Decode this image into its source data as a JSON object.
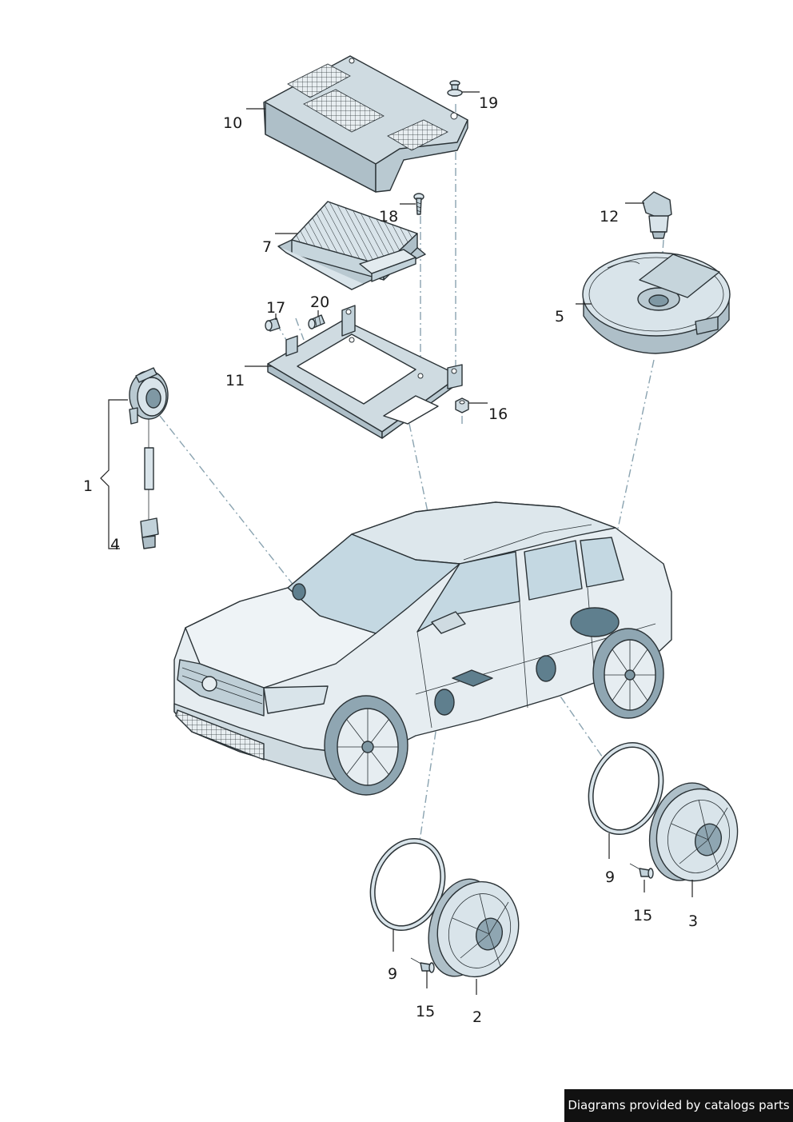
{
  "callouts": [
    {
      "id": "1",
      "label": "1"
    },
    {
      "id": "2",
      "label": "2"
    },
    {
      "id": "3",
      "label": "3"
    },
    {
      "id": "4",
      "label": "4"
    },
    {
      "id": "5",
      "label": "5"
    },
    {
      "id": "7",
      "label": "7"
    },
    {
      "id": "9a",
      "label": "9"
    },
    {
      "id": "9b",
      "label": "9"
    },
    {
      "id": "10",
      "label": "10"
    },
    {
      "id": "11",
      "label": "11"
    },
    {
      "id": "12",
      "label": "12"
    },
    {
      "id": "15a",
      "label": "15"
    },
    {
      "id": "15b",
      "label": "15"
    },
    {
      "id": "16",
      "label": "16"
    },
    {
      "id": "17",
      "label": "17"
    },
    {
      "id": "18",
      "label": "18"
    },
    {
      "id": "19",
      "label": "19"
    },
    {
      "id": "20",
      "label": "20"
    }
  ],
  "credit": "Diagrams provided by catalogs parts",
  "colors": {
    "part_fill": "#d9e4ea",
    "part_fill_dark": "#aebfc8",
    "accent_spot": "#5f7f8e",
    "glass": "#c4d8e2"
  }
}
